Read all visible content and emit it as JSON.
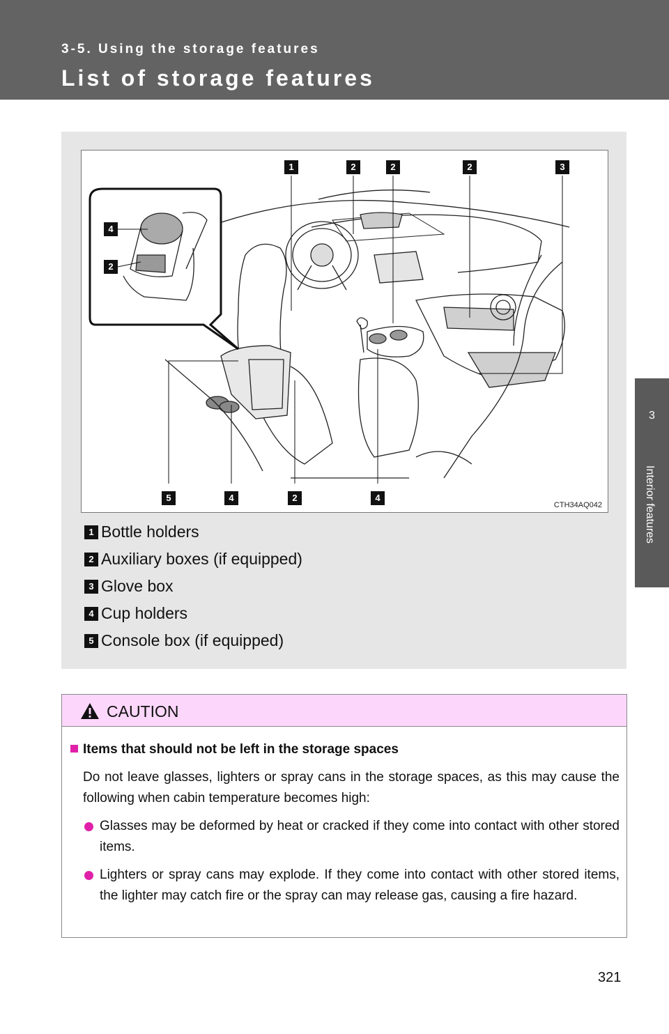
{
  "header": {
    "section": "3-5. Using the storage features",
    "title": "List of storage features"
  },
  "side_tab": {
    "chapter_number": "3",
    "chapter_label": "Interior features"
  },
  "figure": {
    "code": "CTH34AQ042",
    "callouts_top": [
      "1",
      "2",
      "2",
      "2",
      "3"
    ],
    "callouts_bottom": [
      "5",
      "4",
      "2",
      "4"
    ],
    "callouts_inset": [
      "4",
      "2"
    ]
  },
  "legend": [
    {
      "num": "1",
      "text": "Bottle holders"
    },
    {
      "num": "2",
      "text": "Auxiliary boxes (if equipped)"
    },
    {
      "num": "3",
      "text": "Glove box"
    },
    {
      "num": "4",
      "text": "Cup holders"
    },
    {
      "num": "5",
      "text": "Console box (if equipped)"
    }
  ],
  "caution": {
    "title": "CAUTION",
    "heading": "Items that should not be left in the storage spaces",
    "paragraph": "Do not leave glasses, lighters or spray cans in the storage spaces, as this may cause the following when cabin temperature becomes high:",
    "bullets": [
      "Glasses may be deformed by heat or cracked if they come into contact with other stored items.",
      "Lighters or spray cans may explode. If they come into contact with other stored items, the lighter may catch fire or the spray can may release gas, causing a fire hazard."
    ]
  },
  "page_number": "321",
  "colors": {
    "header_bg": "#636363",
    "panel_bg": "#e6e6e6",
    "caution_bg": "#fdd7fb",
    "bullet_magenta": "#e020a8"
  }
}
